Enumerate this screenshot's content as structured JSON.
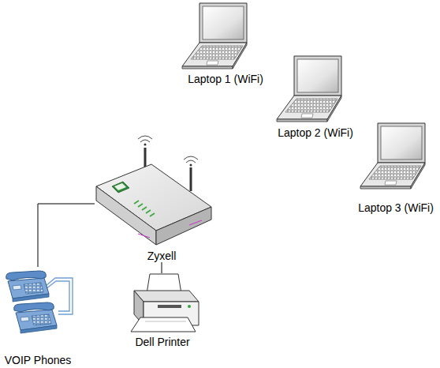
{
  "diagram": {
    "nodes": [
      {
        "text": [
          "Laptop 1 (WiFi)"
        ]
      },
      {
        "text": [
          "Laptop 2 (WiFi)"
        ]
      },
      {
        "text": [
          "Laptop 3 (WiFi)"
        ]
      },
      {
        "text": [
          "Zyxell"
        ]
      },
      {
        "text": [
          "Dell Printer"
        ]
      },
      {
        "text": [
          "VOIP Phones"
        ]
      }
    ],
    "edges": [
      {
        "from": 3,
        "to": 5,
        "arrow": "none"
      },
      {
        "from": 3,
        "to": 4,
        "arrow": "none"
      }
    ]
  }
}
